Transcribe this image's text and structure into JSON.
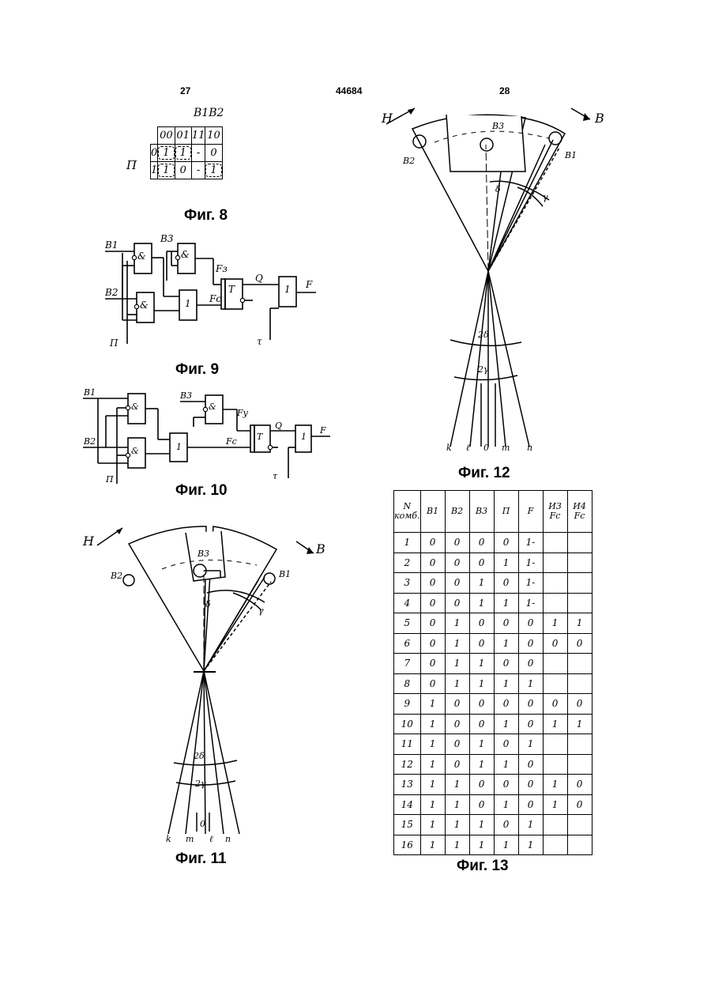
{
  "header": {
    "page_left": "27",
    "patent_number": "44684",
    "page_right": "28"
  },
  "fig8": {
    "caption": "Фиг. 8",
    "col_var": "B1B2",
    "row_var": "П",
    "columns": [
      "00",
      "01",
      "11",
      "10"
    ],
    "rows": [
      {
        "label": "0",
        "cells": [
          "1",
          "1",
          "-",
          "0"
        ]
      },
      {
        "label": "1",
        "cells": [
          "1",
          "0",
          "-",
          "1"
        ]
      }
    ]
  },
  "fig9": {
    "caption": "Фиг. 9",
    "labels": {
      "b1": "B1",
      "b2": "B2",
      "b3": "B3",
      "p": "П",
      "fz": "Fз",
      "fc": "Fc",
      "q": "Q",
      "f": "F",
      "tau": "τ"
    },
    "gates": {
      "g_and1": "&",
      "g_and2": "&",
      "g_and3": "&",
      "g_or": "1",
      "g_trig": "T",
      "g_out": "1"
    }
  },
  "fig10": {
    "caption": "Фиг. 10",
    "labels": {
      "b1": "B1",
      "b2": "B2",
      "b3": "B3",
      "p": "П",
      "fy": "Fу",
      "fc": "Fc",
      "q": "Q",
      "f": "F",
      "tau": "τ"
    },
    "gates": {
      "g_and1": "&",
      "g_and2": "&",
      "g_and3": "&",
      "g_or": "1",
      "g_trig": "T",
      "g_out": "1"
    }
  },
  "fig11": {
    "caption": "Фиг. 11",
    "labels": {
      "h": "H",
      "b": "B",
      "b1": "B1",
      "b2": "B2",
      "b3": "B3",
      "delta": "δ",
      "gamma": "γ",
      "two_delta": "2δ",
      "two_gamma": "2γ",
      "k": "k",
      "m": "m",
      "l": "ℓ",
      "n": "n",
      "o": "0"
    }
  },
  "fig12": {
    "caption": "Фиг. 12",
    "labels": {
      "h": "H",
      "b": "B",
      "b1": "B1",
      "b2": "B2",
      "b3": "B3",
      "delta": "δ",
      "gamma": "γ",
      "two_delta": "2δ",
      "two_gamma": "2γ",
      "k": "k",
      "l": "ℓ",
      "o": "0",
      "m": "m",
      "n": "n"
    }
  },
  "fig13": {
    "caption": "Фиг. 13",
    "header": {
      "combo_no": "N",
      "combo_word": "комб.",
      "b1": "B1",
      "b2": "B2",
      "b3": "B3",
      "p": "П",
      "f": "F",
      "fc_top": "И3",
      "fc_bottom": "Fc",
      "fy_top": "И4",
      "fy_bottom": "Fc"
    },
    "rows": [
      [
        "1",
        "0",
        "0",
        "0",
        "0",
        "1-",
        "",
        ""
      ],
      [
        "2",
        "0",
        "0",
        "0",
        "1",
        "1-",
        "",
        ""
      ],
      [
        "3",
        "0",
        "0",
        "1",
        "0",
        "1-",
        "",
        ""
      ],
      [
        "4",
        "0",
        "0",
        "1",
        "1",
        "1-",
        "",
        ""
      ],
      [
        "5",
        "0",
        "1",
        "0",
        "0",
        "0",
        "1",
        "1"
      ],
      [
        "6",
        "0",
        "1",
        "0",
        "1",
        "0",
        "0",
        "0"
      ],
      [
        "7",
        "0",
        "1",
        "1",
        "0",
        "0",
        "",
        ""
      ],
      [
        "8",
        "0",
        "1",
        "1",
        "1",
        "1",
        "",
        ""
      ],
      [
        "9",
        "1",
        "0",
        "0",
        "0",
        "0",
        "0",
        "0"
      ],
      [
        "10",
        "1",
        "0",
        "0",
        "1",
        "0",
        "1",
        "1"
      ],
      [
        "11",
        "1",
        "0",
        "1",
        "0",
        "1",
        "",
        ""
      ],
      [
        "12",
        "1",
        "0",
        "1",
        "1",
        "0",
        "",
        ""
      ],
      [
        "13",
        "1",
        "1",
        "0",
        "0",
        "0",
        "1",
        "0"
      ],
      [
        "14",
        "1",
        "1",
        "0",
        "1",
        "0",
        "1",
        "0"
      ],
      [
        "15",
        "1",
        "1",
        "1",
        "0",
        "1",
        "",
        ""
      ],
      [
        "16",
        "1",
        "1",
        "1",
        "1",
        "1",
        "",
        ""
      ]
    ]
  }
}
